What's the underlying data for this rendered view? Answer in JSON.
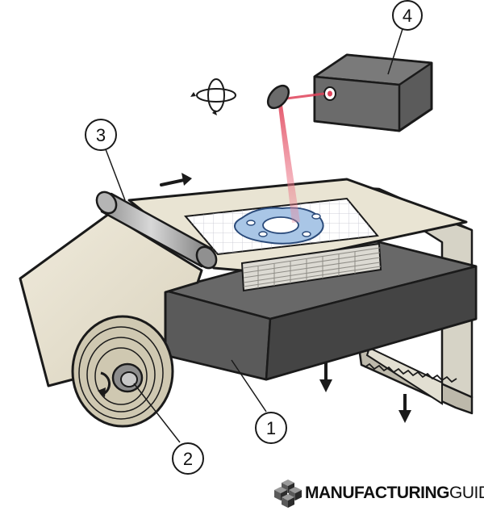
{
  "callouts": {
    "one": "1",
    "two": "2",
    "three": "3",
    "four": "4"
  },
  "brand": {
    "part_bold": "MANUFACTURING",
    "part_light": "GUIDE"
  },
  "colors": {
    "outline": "#1a1a1a",
    "laser": "#e0435a",
    "paper": "#ebe6d6",
    "paper_shade": "#cfc8b1",
    "machine_dark": "#4e4e4e",
    "machine_top": "#6a6a6a",
    "part": "#a9c6e6"
  }
}
